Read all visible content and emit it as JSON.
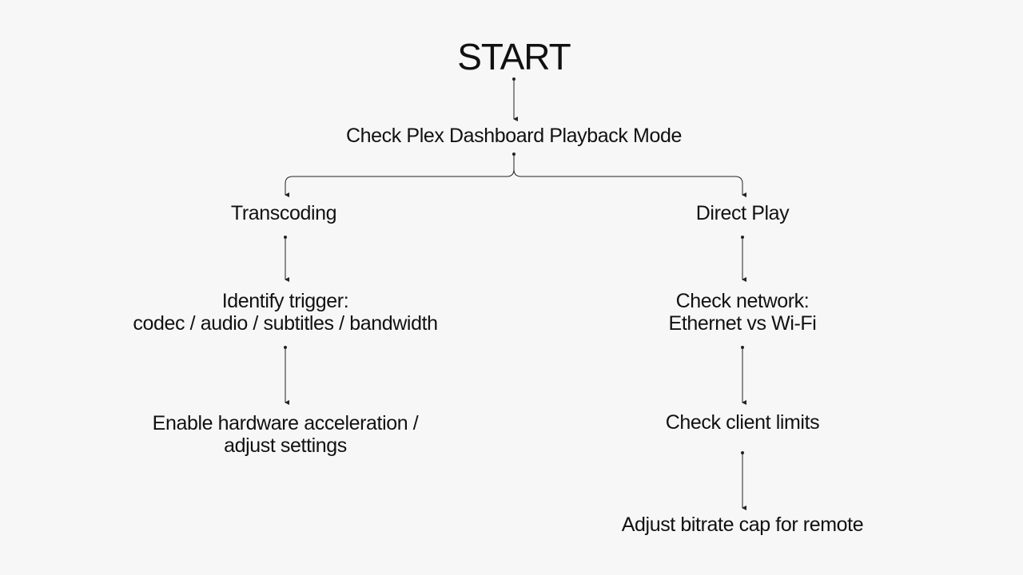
{
  "flowchart": {
    "start": "START",
    "check_dashboard": "Check Plex Dashboard Playback Mode",
    "transcoding": {
      "label": "Transcoding",
      "identify_trigger": {
        "line1": "Identify trigger:",
        "line2": "codec / audio / subtitles / bandwidth"
      },
      "enable_hw": {
        "line1": "Enable hardware acceleration /",
        "line2": "adjust settings"
      }
    },
    "direct_play": {
      "label": "Direct Play",
      "check_network": {
        "line1": "Check network:",
        "line2": "Ethernet vs Wi-Fi"
      },
      "check_client": "Check client limits",
      "adjust_bitrate": "Adjust bitrate cap for remote"
    }
  },
  "colors": {
    "background": "#f7f7f7",
    "text": "#111111",
    "connector": "#222222"
  }
}
